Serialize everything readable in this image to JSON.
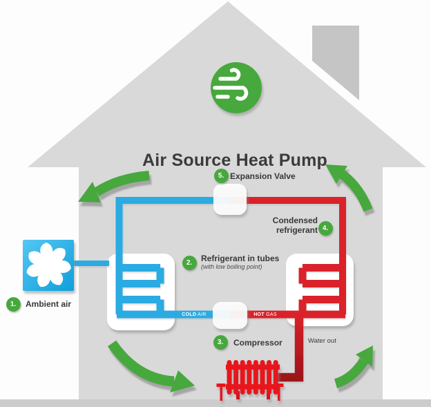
{
  "title": "Air Source Heat Pump",
  "steps": [
    {
      "num": "1.",
      "label": "Ambient air"
    },
    {
      "num": "2.",
      "label": "Refrigerant in tubes",
      "sublabel": "(with low boiling point)"
    },
    {
      "num": "3.",
      "label": "Compressor"
    },
    {
      "num": "4.",
      "label": "Condensed refrigerant"
    },
    {
      "num": "5.",
      "label": "Expansion Valve"
    }
  ],
  "pipe_labels": {
    "cold_word1": "COLD",
    "cold_word2": "AIR",
    "hot_word1": "HOT",
    "hot_word2": "GAS"
  },
  "water_out_label": "Water out",
  "icons": {
    "header": "wind-icon",
    "outdoor_unit": "fan-icon"
  },
  "colors": {
    "green": "#47a83d",
    "cold_blue": "#29abe2",
    "hot_red": "#d9222a",
    "dark_red": "#9c1519",
    "house_gray": "#d9d9d9",
    "chimney_gray": "#c5c5c5",
    "ground_gray": "#cccccc",
    "title_text": "#3b3b3b"
  }
}
